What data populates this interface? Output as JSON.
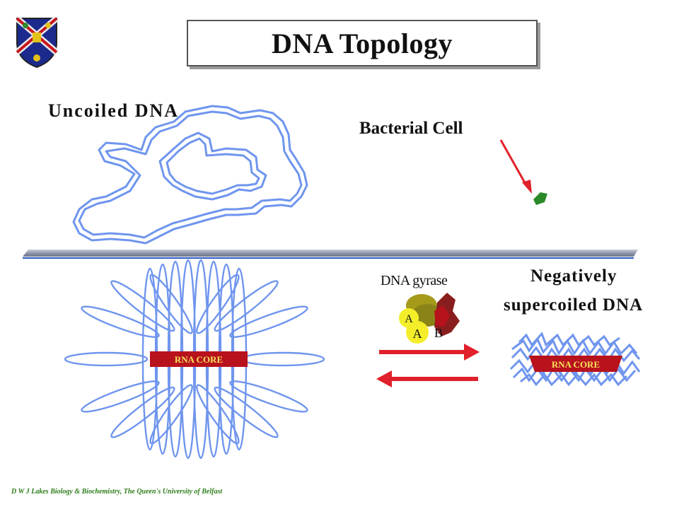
{
  "slide": {
    "title": "DNA Topology",
    "footer": "D W J Lakes Biology & Biochemistry, The Queen's University of Belfast"
  },
  "labels": {
    "uncoiled": "Uncoiled DNA",
    "bacterial_cell": "Bacterial Cell",
    "dna_gyrase": "DNA gyrase",
    "negatively": "Negatively",
    "supercoiled": "supercoiled DNA",
    "rna_core_left": "RNA CORE",
    "rna_core_right": "RNA CORE",
    "subunit_a1": "A",
    "subunit_a2": "A",
    "subunit_b": "B"
  },
  "colors": {
    "dna": "#6f95ee",
    "arrow": "#e0202a",
    "core": "#b8121c",
    "cell": "#2a8a2a",
    "divider": "#9aa3b3",
    "subunit_a": "#f4ee2a",
    "subunit_b": "#8a1e1e",
    "subunit_back": "#a59a1a"
  },
  "icons": {
    "crest": "university-crest-icon"
  }
}
